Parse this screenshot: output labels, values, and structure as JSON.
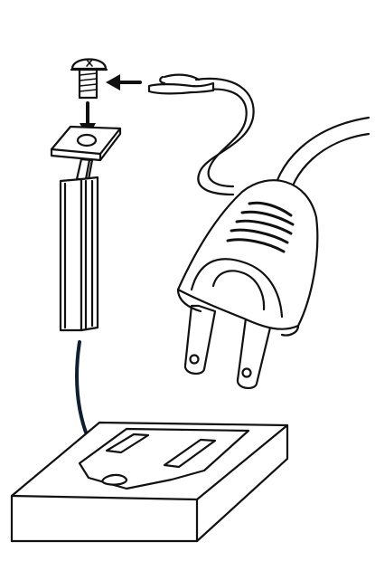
{
  "diagram": {
    "parts": [
      {
        "id": "screw",
        "icon": "screw-icon"
      },
      {
        "id": "spade-connector",
        "icon": "wire-end-icon"
      },
      {
        "id": "terminal-blade",
        "icon": "prong-blade-icon"
      },
      {
        "id": "plug",
        "icon": "two-prong-plug-icon"
      },
      {
        "id": "outlet",
        "icon": "outlet-receptacle-icon"
      }
    ],
    "colors": {
      "stroke": "#111111",
      "fill": "#ffffff",
      "curve_arrow": "#0f1e33"
    }
  }
}
